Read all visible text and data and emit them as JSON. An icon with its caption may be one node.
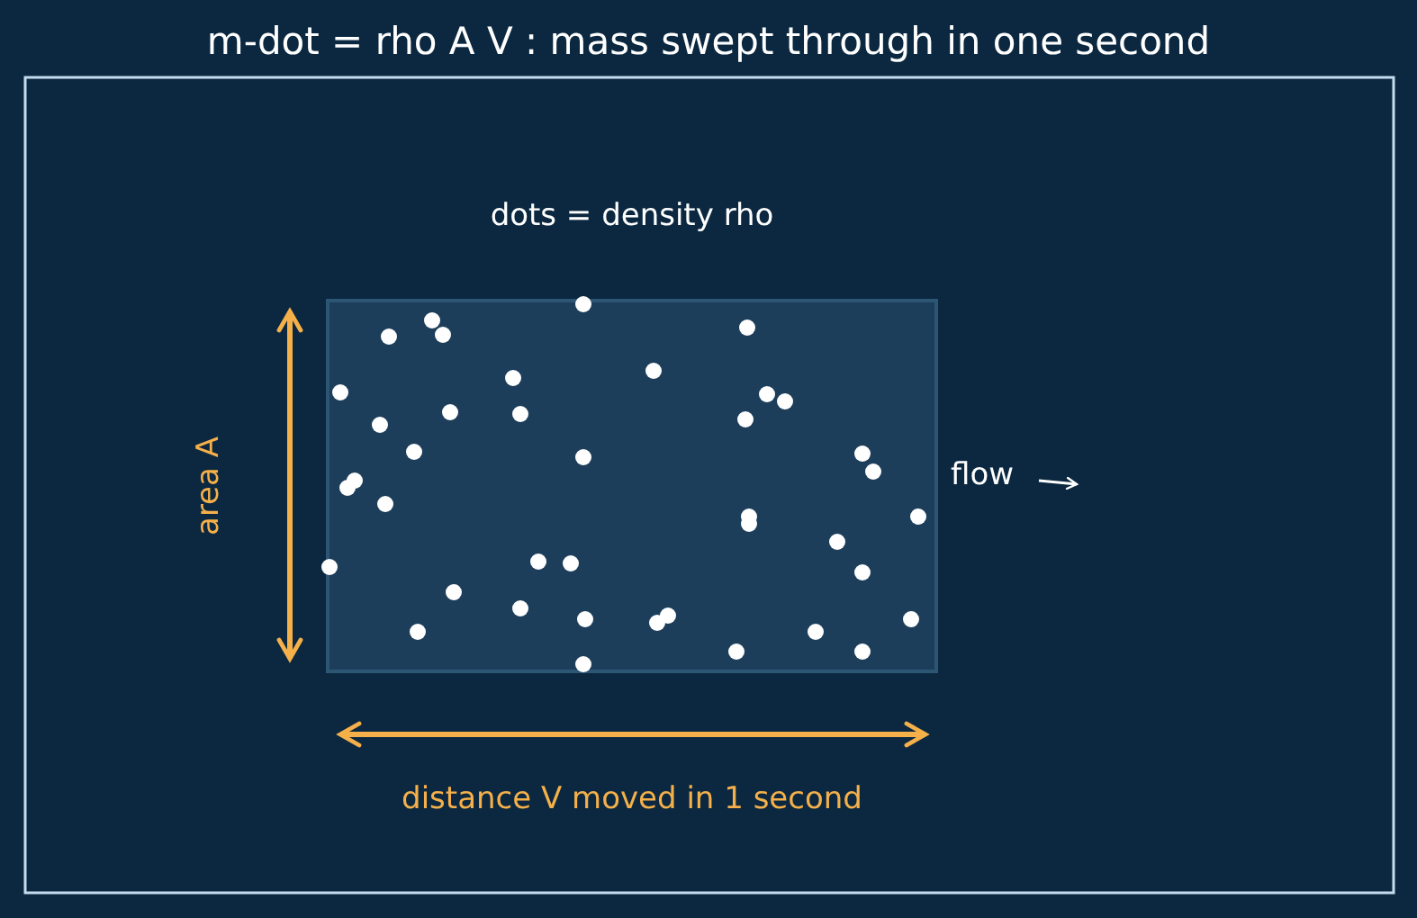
{
  "diagram": {
    "title": "m-dot = rho A V : mass swept through in one second",
    "labels": [
      "dots = density rho",
      "area A",
      "flow",
      "distance V moved in 1 second"
    ]
  }
}
